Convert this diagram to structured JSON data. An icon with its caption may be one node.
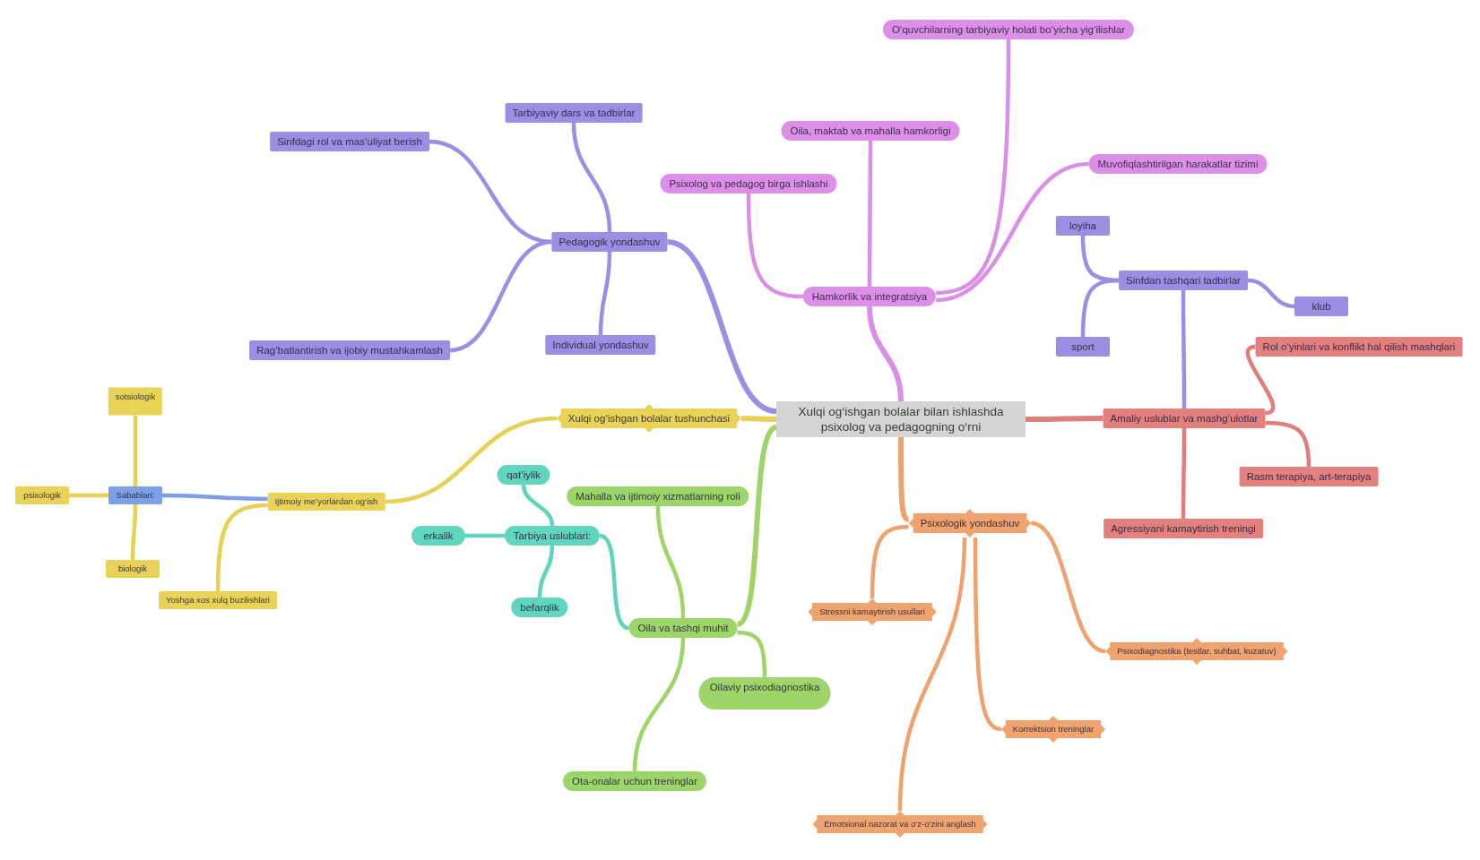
{
  "diagram": {
    "nodes": [
      {
        "text": [
          "Xulqi og‘ishgan bolalar bilan ishlashda psixolog va pedagogning o‘rni"
        ]
      },
      {
        "text": [
          "Pedagogik yondashuv"
        ]
      },
      {
        "text": [
          "Tarbiyaviy dars va tadbirlar"
        ]
      },
      {
        "text": [
          "Sinfdagi rol va mas’uliyat berish"
        ]
      },
      {
        "text": [
          "Rag‘batlantirish va ijobiy mustahkamlash"
        ]
      },
      {
        "text": [
          "Individual yondashuv"
        ]
      },
      {
        "text": [
          "Hamkorlik va integratsiya"
        ]
      },
      {
        "text": [
          "Psixolog va pedagog birga ishlashi"
        ]
      },
      {
        "text": [
          "Oila, maktab va mahalla hamkorligi"
        ]
      },
      {
        "text": [
          "O‘quvchilarning tarbiyaviy holati bo‘yicha yig‘ilishlar"
        ]
      },
      {
        "text": [
          "Muvofiqlashtirilgan harakatlar tizimi"
        ]
      },
      {
        "text": [
          "Amaliy uslublar va mashg‘ulotlar"
        ]
      },
      {
        "text": [
          "Sinfdan tashqari tadbirlar"
        ]
      },
      {
        "text": [
          "loyiha"
        ]
      },
      {
        "text": [
          "sport"
        ]
      },
      {
        "text": [
          "klub"
        ]
      },
      {
        "text": [
          "Rol o‘yinlari va konflikt hal qilish mashqlari"
        ]
      },
      {
        "text": [
          "Rasm terapiya, art-terapiya"
        ]
      },
      {
        "text": [
          "Agressiyani kamaytirish treningi"
        ]
      },
      {
        "text": [
          "Psixologik yondashuv"
        ]
      },
      {
        "text": [
          "Stressni kamaytirish usullari"
        ]
      },
      {
        "text": [
          "Psixodiagnostika (testlar, suhbat, kuzatuv)"
        ]
      },
      {
        "text": [
          "Korrektsion treninglar"
        ]
      },
      {
        "text": [
          "Emotsional nazorat va o‘z-o‘zini anglash"
        ]
      },
      {
        "text": [
          "Oila va tashqi muhit"
        ]
      },
      {
        "text": [
          "Mahalla va ijtimoiy xizmatlarning roli"
        ]
      },
      {
        "text": [
          "Oilaviy psixodiagnostika"
        ]
      },
      {
        "text": [
          "Ota-onalar uchun treninglar"
        ]
      },
      {
        "text": [
          "Tarbiya uslublari:"
        ]
      },
      {
        "text": [
          "qat’iylik"
        ]
      },
      {
        "text": [
          "erkalik"
        ]
      },
      {
        "text": [
          "befarqlik"
        ]
      },
      {
        "text": [
          "Xulqi og‘ishgan bolalar tushunchasi"
        ]
      },
      {
        "text": [
          "Ijtimoiy me’yorlardan og‘ish"
        ]
      },
      {
        "text": [
          "Sabablari:"
        ]
      },
      {
        "text": [
          "sotsiologik"
        ]
      },
      {
        "text": [
          "psixologik"
        ]
      },
      {
        "text": [
          "biologik"
        ]
      },
      {
        "text": [
          "Yoshga xos xulq buzilishlari"
        ]
      }
    ],
    "edges": [
      {
        "from": 0,
        "to": 1,
        "arrow": "none"
      },
      {
        "from": 1,
        "to": 2,
        "arrow": "none"
      },
      {
        "from": 1,
        "to": 3,
        "arrow": "none"
      },
      {
        "from": 1,
        "to": 4,
        "arrow": "none"
      },
      {
        "from": 1,
        "to": 5,
        "arrow": "none"
      },
      {
        "from": 0,
        "to": 6,
        "arrow": "none",
        "color": "#d98fe6"
      },
      {
        "from": 6,
        "to": 7,
        "arrow": "none",
        "color": "#d98fe6"
      },
      {
        "from": 6,
        "to": 8,
        "arrow": "none",
        "color": "#d98fe6"
      },
      {
        "from": 6,
        "to": 9,
        "arrow": "none",
        "color": "#d98fe6"
      },
      {
        "from": 6,
        "to": 10,
        "arrow": "none",
        "color": "#d98fe6"
      },
      {
        "from": 0,
        "to": 11,
        "arrow": "none",
        "color": "#e07e7e"
      },
      {
        "from": 11,
        "to": 12,
        "arrow": "none"
      },
      {
        "from": 12,
        "to": 13,
        "arrow": "none"
      },
      {
        "from": 12,
        "to": 14,
        "arrow": "none"
      },
      {
        "from": 12,
        "to": 15,
        "arrow": "none"
      },
      {
        "from": 11,
        "to": 16,
        "arrow": "none",
        "color": "#e07e7e"
      },
      {
        "from": 11,
        "to": 17,
        "arrow": "none",
        "color": "#e07e7e"
      },
      {
        "from": 11,
        "to": 18,
        "arrow": "none",
        "color": "#e07e7e"
      },
      {
        "from": 0,
        "to": 19,
        "arrow": "none",
        "color": "#eea36e"
      },
      {
        "from": 19,
        "to": 20,
        "arrow": "none",
        "color": "#eea36e"
      },
      {
        "from": 19,
        "to": 21,
        "arrow": "none",
        "color": "#eea36e"
      },
      {
        "from": 19,
        "to": 22,
        "arrow": "none",
        "color": "#eea36e"
      },
      {
        "from": 19,
        "to": 23,
        "arrow": "none",
        "color": "#eea36e"
      },
      {
        "from": 0,
        "to": 24,
        "arrow": "none",
        "color": "#9ed468"
      },
      {
        "from": 24,
        "to": 25,
        "arrow": "none",
        "color": "#9ed468"
      },
      {
        "from": 24,
        "to": 26,
        "arrow": "none",
        "color": "#9ed468"
      },
      {
        "from": 24,
        "to": 27,
        "arrow": "none",
        "color": "#9ed468"
      },
      {
        "from": 24,
        "to": 28,
        "arrow": "none",
        "color": "#60d3bd"
      },
      {
        "from": 28,
        "to": 29,
        "arrow": "none",
        "color": "#60d3bd"
      },
      {
        "from": 28,
        "to": 30,
        "arrow": "none",
        "color": "#60d3bd"
      },
      {
        "from": 28,
        "to": 31,
        "arrow": "none",
        "color": "#60d3bd"
      },
      {
        "from": 0,
        "to": 32,
        "arrow": "none",
        "color": "#e6d055"
      },
      {
        "from": 32,
        "to": 33,
        "arrow": "none",
        "color": "#e6d055"
      },
      {
        "from": 33,
        "to": 34,
        "arrow": "none",
        "color": "#7a9fe3"
      },
      {
        "from": 33,
        "to": 38,
        "arrow": "none",
        "color": "#e6d055"
      },
      {
        "from": 34,
        "to": 35,
        "arrow": "none",
        "color": "#e6d055"
      },
      {
        "from": 34,
        "to": 36,
        "arrow": "none",
        "color": "#e6d055"
      },
      {
        "from": 34,
        "to": 37,
        "arrow": "none",
        "color": "#e6d055"
      }
    ]
  }
}
